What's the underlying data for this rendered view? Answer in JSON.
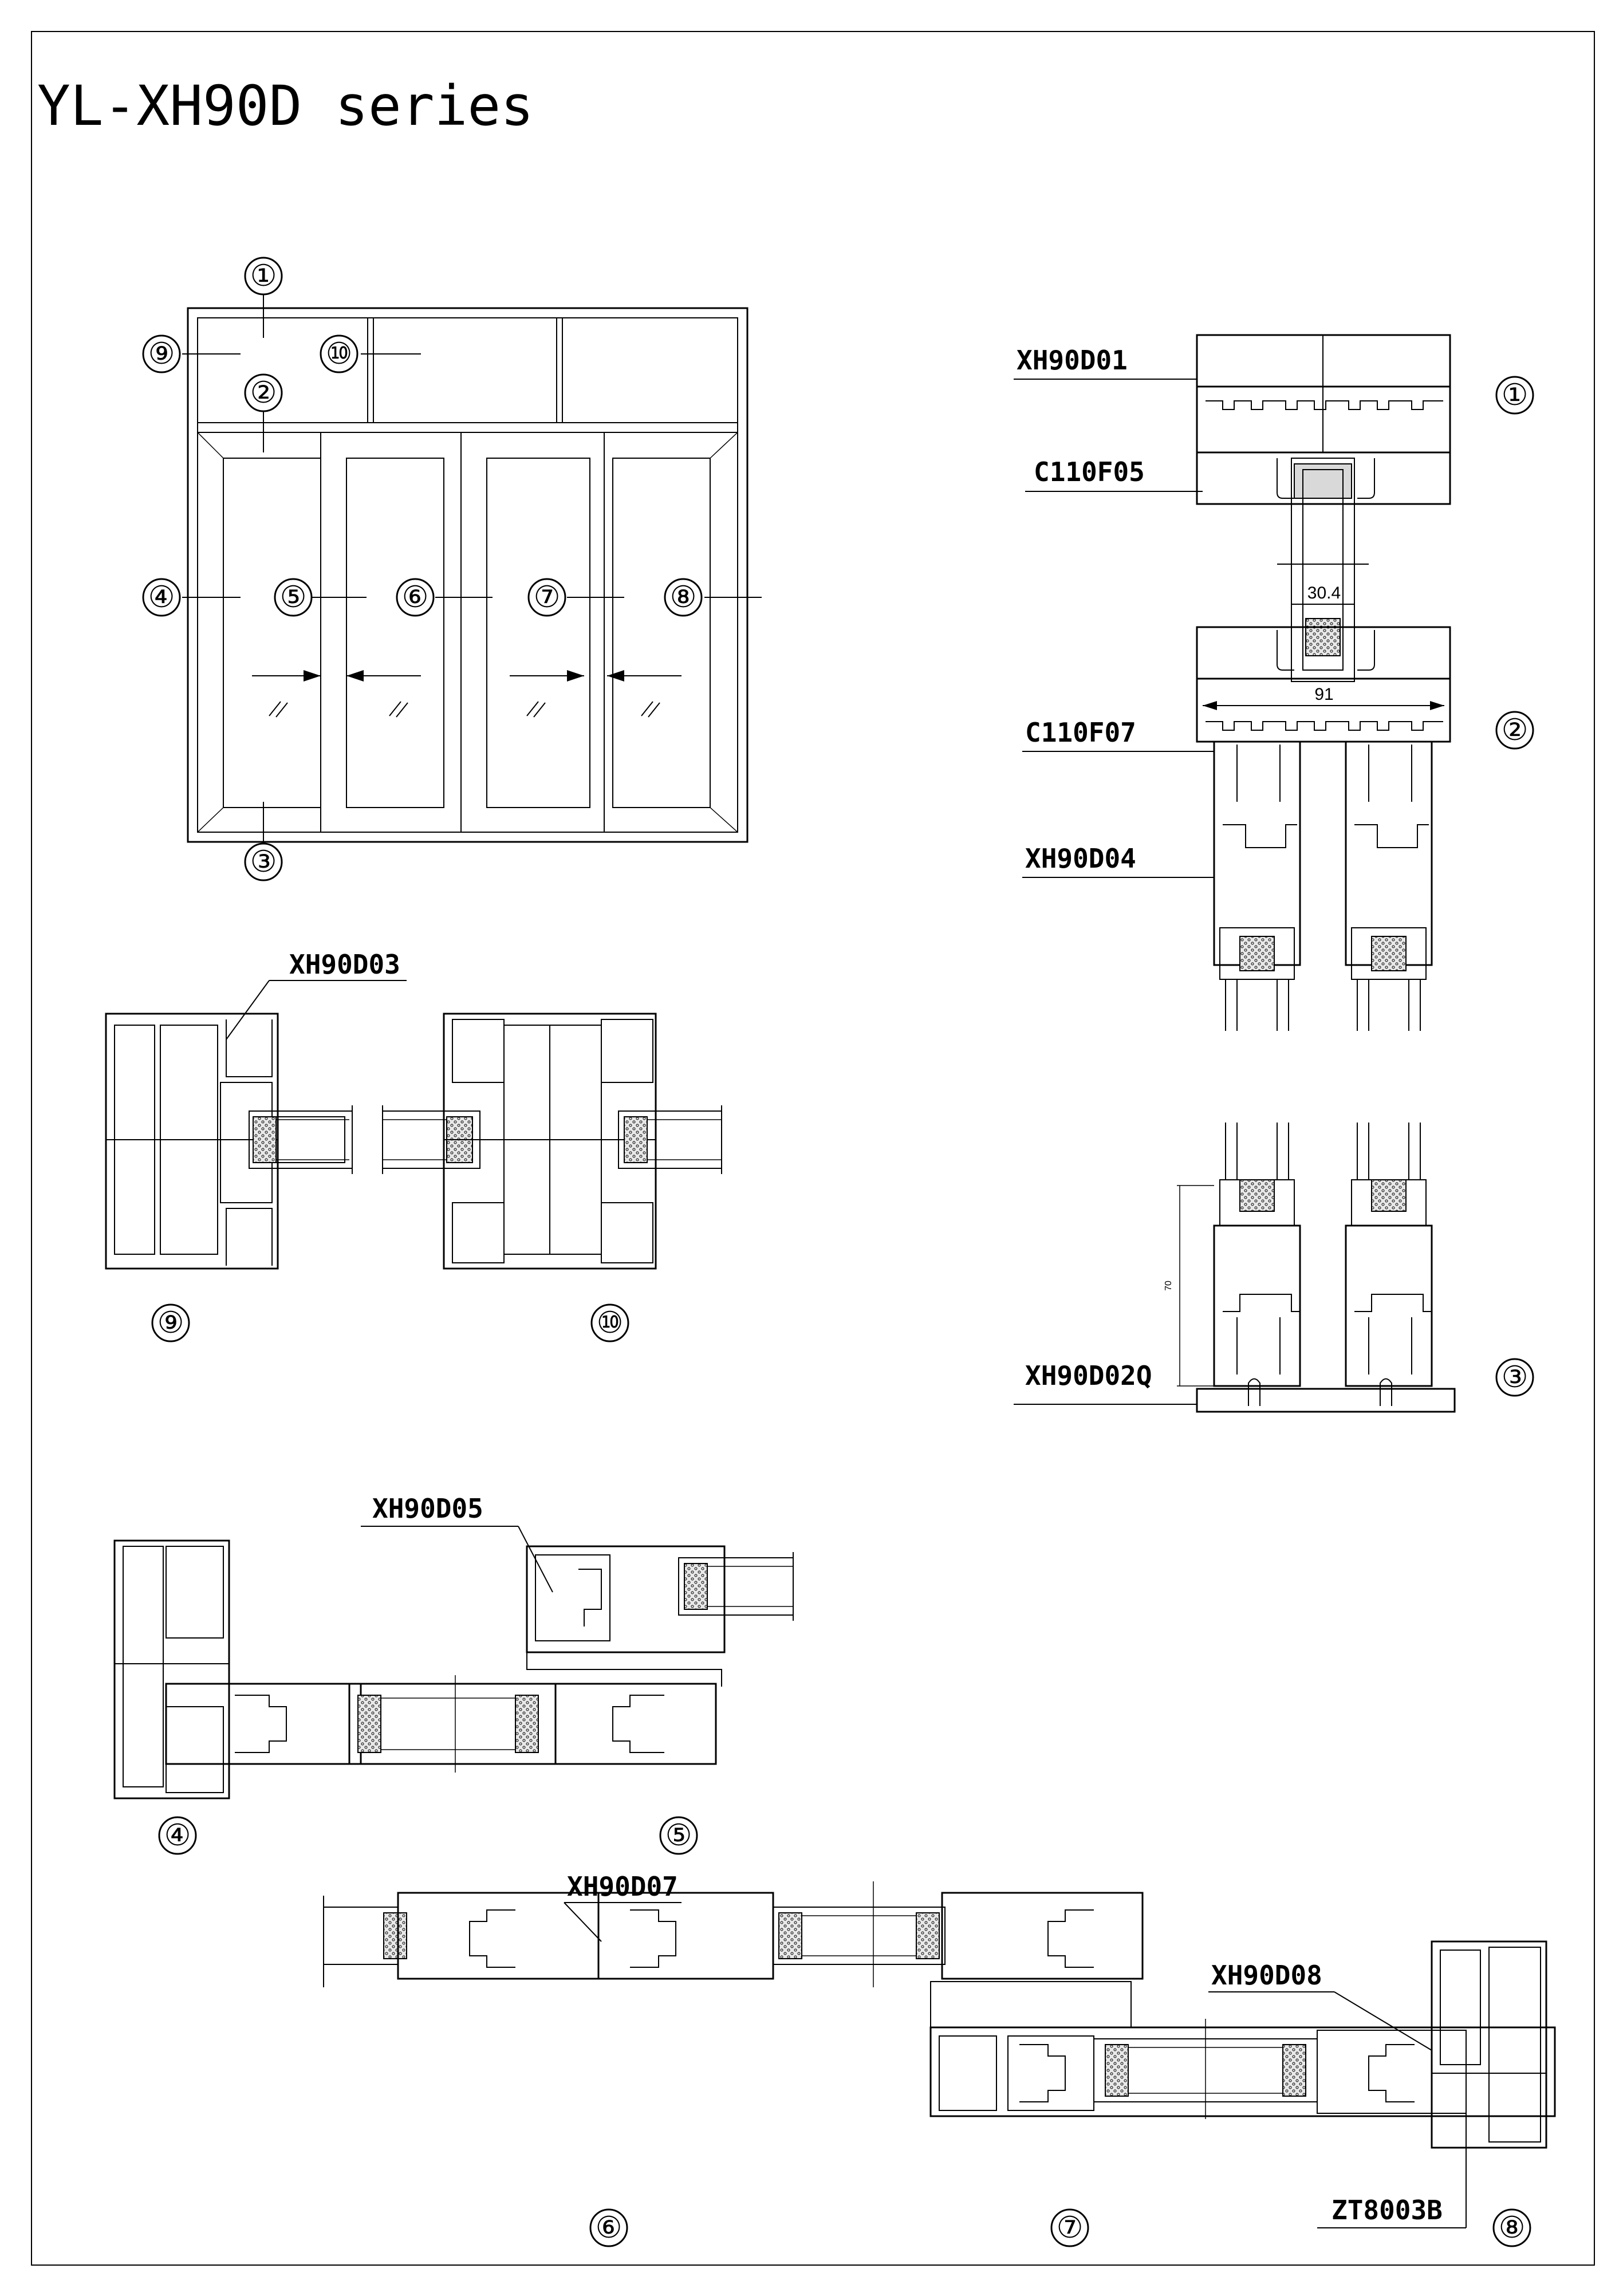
{
  "title": "YL-XH90D series",
  "elevation": {
    "markers": [
      "①",
      "②",
      "③",
      "④",
      "⑤",
      "⑥",
      "⑦",
      "⑧",
      "⑨",
      "⑩"
    ]
  },
  "section_numbers": {
    "s1": "①",
    "s2": "②",
    "s3": "③",
    "s4": "④",
    "s5": "⑤",
    "s6": "⑥",
    "s7": "⑦",
    "s8": "⑧",
    "s9": "⑨",
    "s10": "⑩"
  },
  "profiles": {
    "xh90d01": "XH90D01",
    "c110f05": "C110F05",
    "c110f07": "C110F07",
    "xh90d04": "XH90D04",
    "xh90d03": "XH90D03",
    "xh90d02q": "XH90D02Q",
    "xh90d05": "XH90D05",
    "xh90d07": "XH90D07",
    "xh90d08": "XH90D08",
    "zt8003b": "ZT8003B"
  },
  "dimensions": {
    "glass_gap": "30.4",
    "frame_width": "91",
    "sash_height": "70"
  },
  "colors": {
    "line": "#000000",
    "insulation": "#d9d9d9",
    "paper": "#ffffff"
  }
}
